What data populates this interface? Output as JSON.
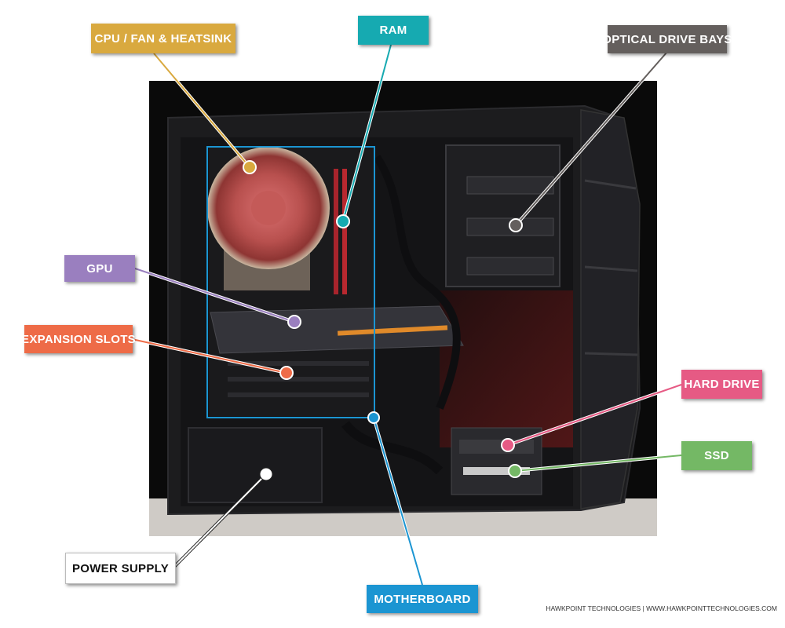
{
  "labels": {
    "cpu": {
      "text": "CPU / FAN & HEATSINK",
      "color": "#d9a93f",
      "text_color": "#ffffff"
    },
    "ram": {
      "text": "RAM",
      "color": "#16aab1",
      "text_color": "#ffffff"
    },
    "optical": {
      "text": "OPTICAL DRIVE BAYS",
      "color": "#645f5d",
      "text_color": "#ffffff"
    },
    "gpu": {
      "text": "GPU",
      "color": "#9a7fbf",
      "text_color": "#ffffff"
    },
    "expansion": {
      "text": "EXPANSION SLOTS",
      "color": "#ee6b47",
      "text_color": "#ffffff"
    },
    "hard_drive": {
      "text": "HARD DRIVE",
      "color": "#e65a84",
      "text_color": "#ffffff"
    },
    "ssd": {
      "text": "SSD",
      "color": "#74b865",
      "text_color": "#ffffff"
    },
    "power_supply": {
      "text": "POWER SUPPLY",
      "color": "#ffffff",
      "text_color": "#111111"
    },
    "motherboard": {
      "text": "MOTHERBOARD",
      "color": "#1b95d2",
      "text_color": "#ffffff"
    }
  },
  "footer": "HAWKPOINT TECHNOLOGIES  |  WWW.HAWKPOINTTECHNOLOGIES.COM"
}
